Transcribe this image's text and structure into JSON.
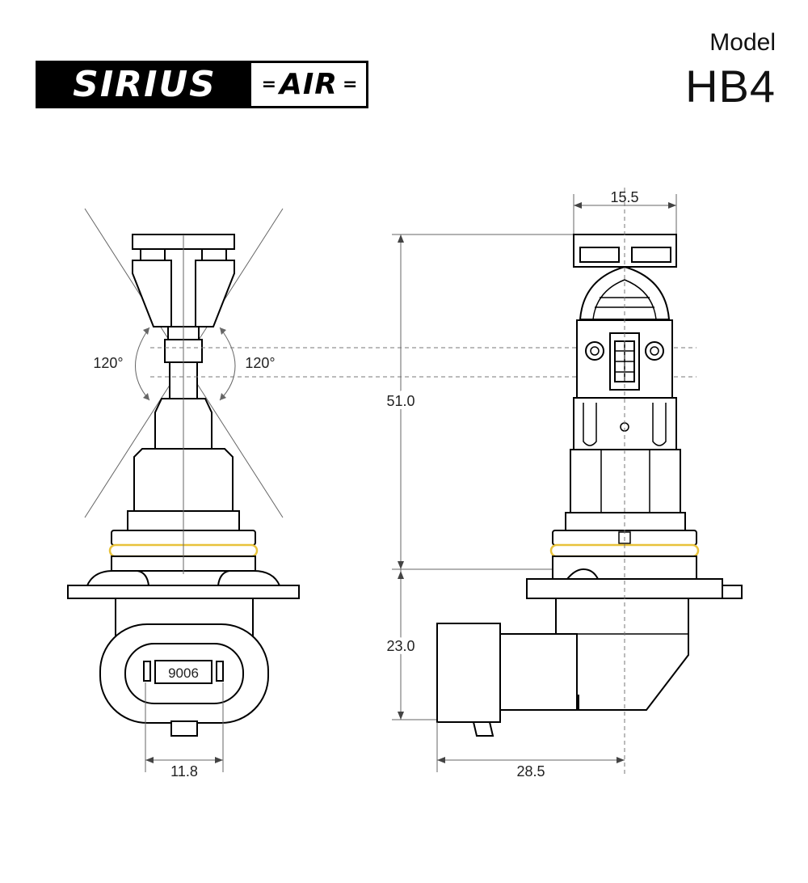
{
  "brand": {
    "name": "SIRIUS",
    "sub": "AIR"
  },
  "model": {
    "label": "Model",
    "value": "HB4"
  },
  "dimensions": {
    "angle_left": "120°",
    "angle_right": "120°",
    "pin_spacing": "11.8",
    "width": "15.5",
    "height": "51.0",
    "base_height": "23.0",
    "depth": "28.5",
    "connector_label": "9006"
  },
  "colors": {
    "line": "#000000",
    "oring": "#e8c23a",
    "brand_bg": "#000000"
  }
}
